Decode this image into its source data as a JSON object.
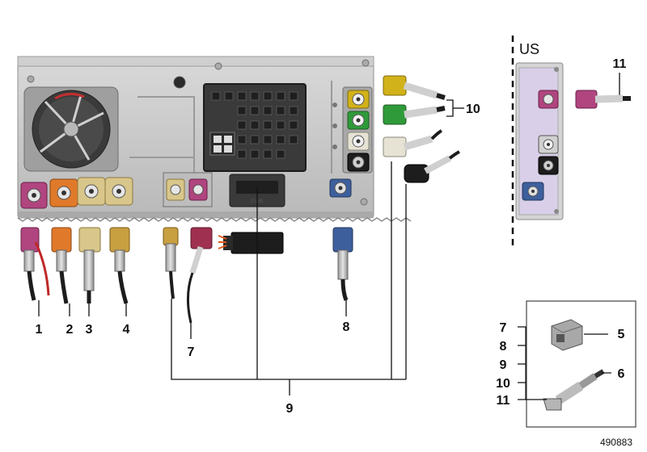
{
  "diagram": {
    "region_label": "US",
    "reference_number": "490883",
    "connector_labels": {
      "module": "DAB"
    },
    "callouts": [
      {
        "id": "c1",
        "text": "1"
      },
      {
        "id": "c2",
        "text": "2"
      },
      {
        "id": "c3",
        "text": "3"
      },
      {
        "id": "c4",
        "text": "4"
      },
      {
        "id": "c7a",
        "text": "7"
      },
      {
        "id": "c8a",
        "text": "8"
      },
      {
        "id": "c9",
        "text": "9"
      },
      {
        "id": "c10",
        "text": "10"
      },
      {
        "id": "c11",
        "text": "11"
      }
    ],
    "legend": {
      "left_labels": [
        "7",
        "8",
        "9",
        "10",
        "11"
      ],
      "right_labels": [
        "5",
        "6"
      ]
    },
    "colors": {
      "violet": "#b0457f",
      "orange": "#e07a2a",
      "beige": "#d8c68a",
      "ochre": "#c8a040",
      "green": "#2f9a3a",
      "blue": "#3d5f9c",
      "black": "#1d1d1d",
      "white": "#e6e2d4",
      "housing": "#c9c9c9"
    }
  }
}
